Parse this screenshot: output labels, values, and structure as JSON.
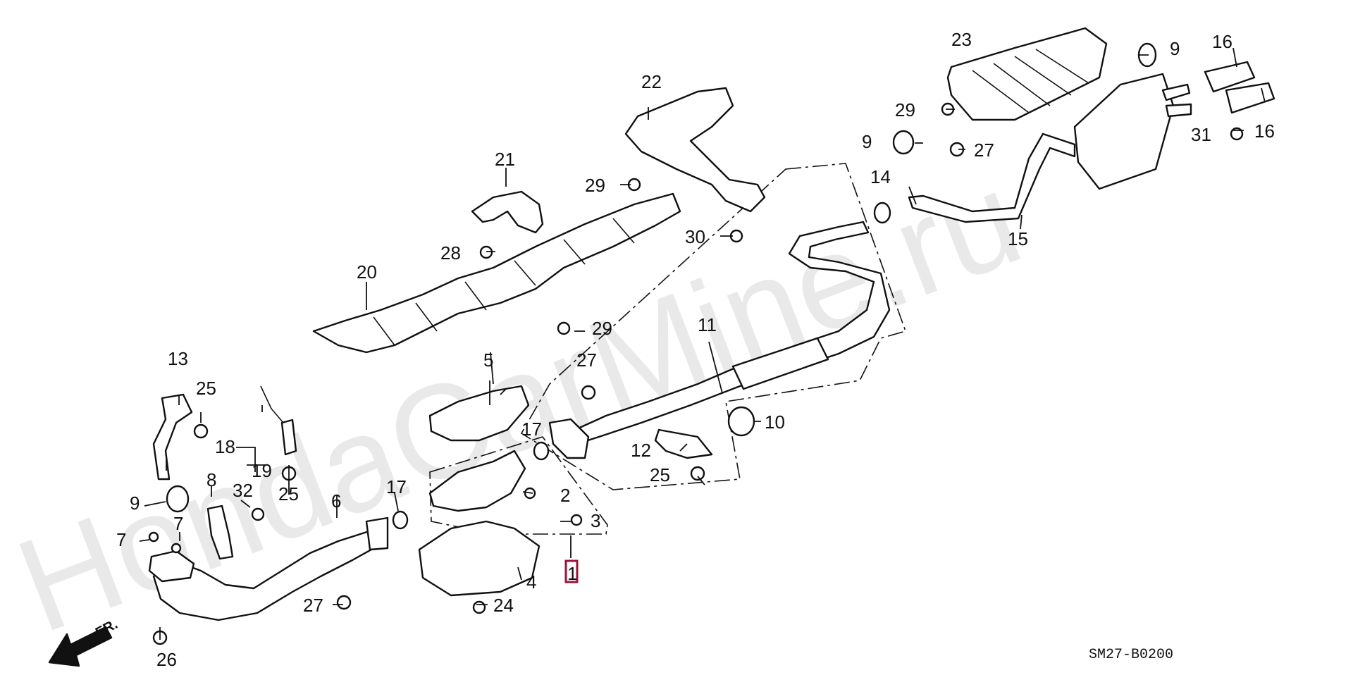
{
  "watermark": "HondaCarMine.ru",
  "diagram_code": "SM27-B0200",
  "direction_label": "FR.",
  "callouts": {
    "c1": "1",
    "c2": "2",
    "c3": "3",
    "c4": "4",
    "c5": "5",
    "c6": "6",
    "c7a": "7",
    "c7b": "7",
    "c8": "8",
    "c9a": "9",
    "c9b": "9",
    "c9c": "9",
    "c10": "10",
    "c11": "11",
    "c12": "12",
    "c13": "13",
    "c14": "14",
    "c15": "15",
    "c16a": "16",
    "c16b": "16",
    "c17a": "17",
    "c17b": "17",
    "c18": "18",
    "c19": "19",
    "c20": "20",
    "c21": "21",
    "c22": "22",
    "c23": "23",
    "c24": "24",
    "c25a": "25",
    "c25b": "25",
    "c25c": "25",
    "c26": "26",
    "c27a": "27",
    "c27b": "27",
    "c27c": "27",
    "c28": "28",
    "c29a": "29",
    "c29b": "29",
    "c29c": "29",
    "c30": "30",
    "c31": "31",
    "c32": "32"
  }
}
